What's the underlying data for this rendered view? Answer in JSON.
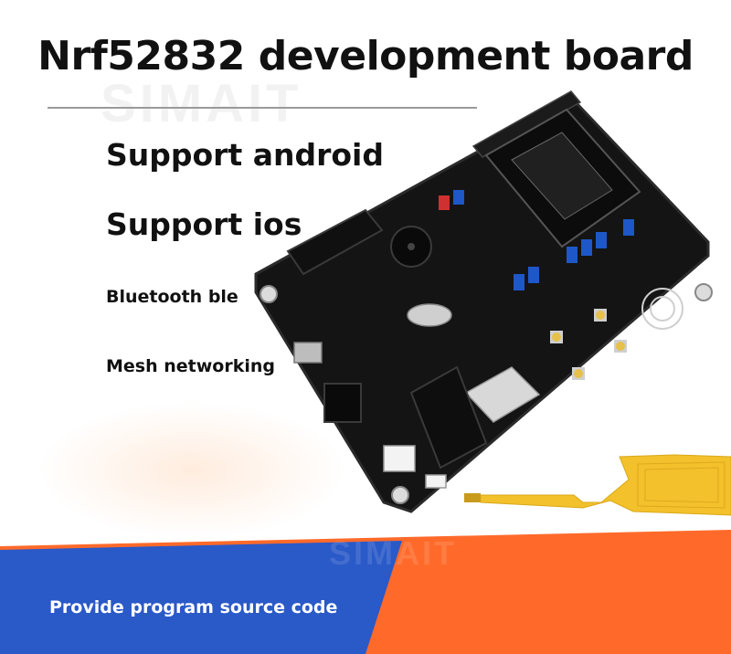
{
  "title": "Nrf52832 development board",
  "watermark": "SIMAIT",
  "features": [
    "Support android",
    "Support ios",
    "Bluetooth ble",
    "Mesh networking"
  ],
  "footer": {
    "text": "Provide program source code"
  },
  "colors": {
    "pcb": "#141414",
    "jumper_blue": "#1e57c8",
    "footer_blue": "#2a59c8",
    "footer_orange": "#ff6a2a",
    "nfc_antenna": "#f2c12b"
  }
}
